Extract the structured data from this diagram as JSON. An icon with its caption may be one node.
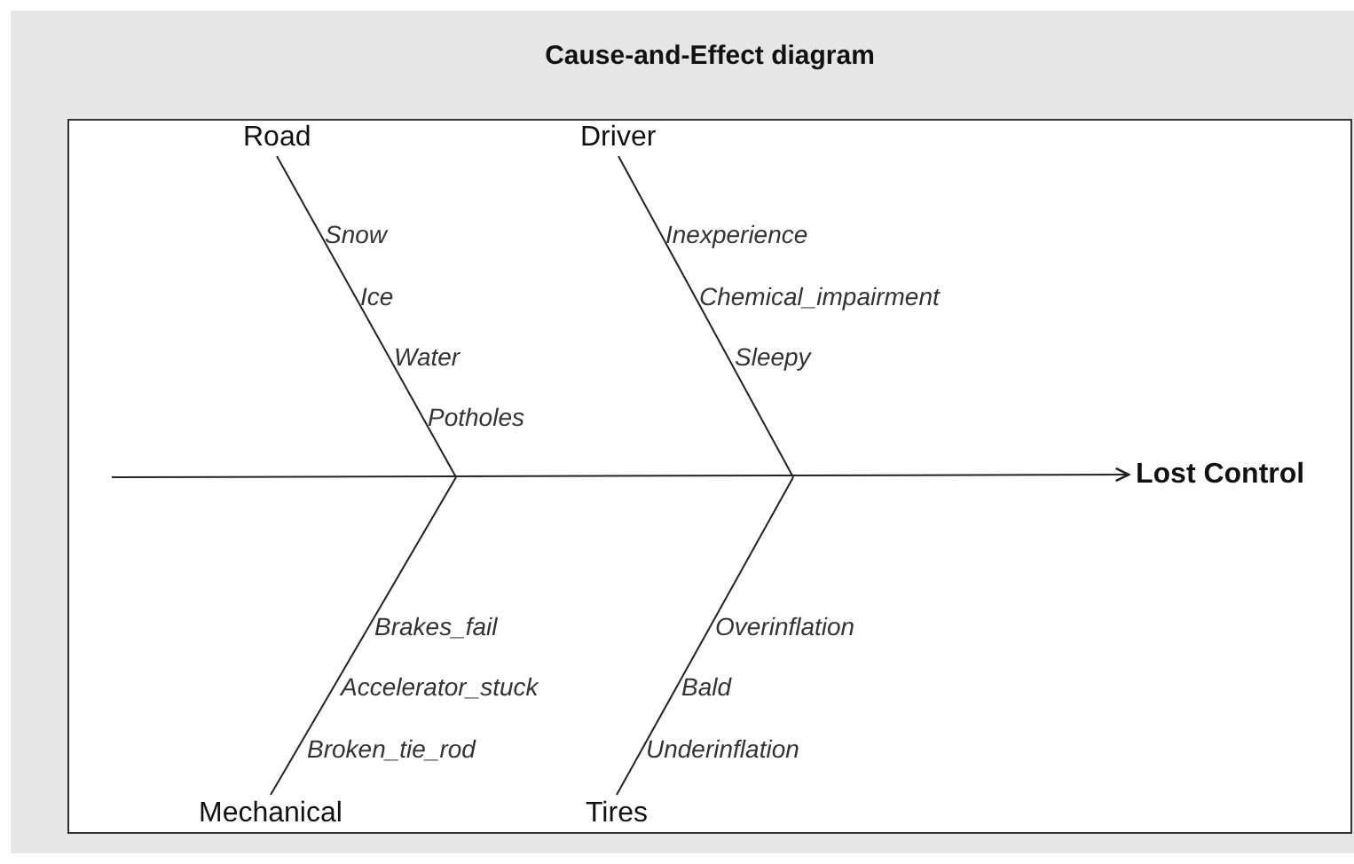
{
  "diagram": {
    "title": "Cause-and-Effect diagram",
    "nodes": [
      {
        "text": [
          "Road"
        ]
      },
      {
        "text": [
          "Driver"
        ]
      },
      {
        "text": [
          "Lost Control"
        ]
      },
      {
        "text": [
          "Mechanical"
        ]
      },
      {
        "text": [
          "Tires"
        ]
      }
    ],
    "edges": [
      {
        "from": null,
        "to": 2,
        "arrow": "to"
      },
      {
        "from": 0,
        "to": null,
        "arrow": "none"
      },
      {
        "from": 1,
        "to": null,
        "arrow": "none"
      },
      {
        "from": 3,
        "to": null,
        "arrow": "none"
      },
      {
        "from": 4,
        "to": null,
        "arrow": "none"
      }
    ],
    "labels": [
      "Snow",
      "Ice",
      "Water",
      "Potholes",
      "Inexperience",
      "Chemical_impairment",
      "Sleepy",
      "Brakes_fail",
      "Accelerator_stuck",
      "Broken_tie_rod",
      "Overinflation",
      "Bald",
      "Underinflation"
    ]
  }
}
